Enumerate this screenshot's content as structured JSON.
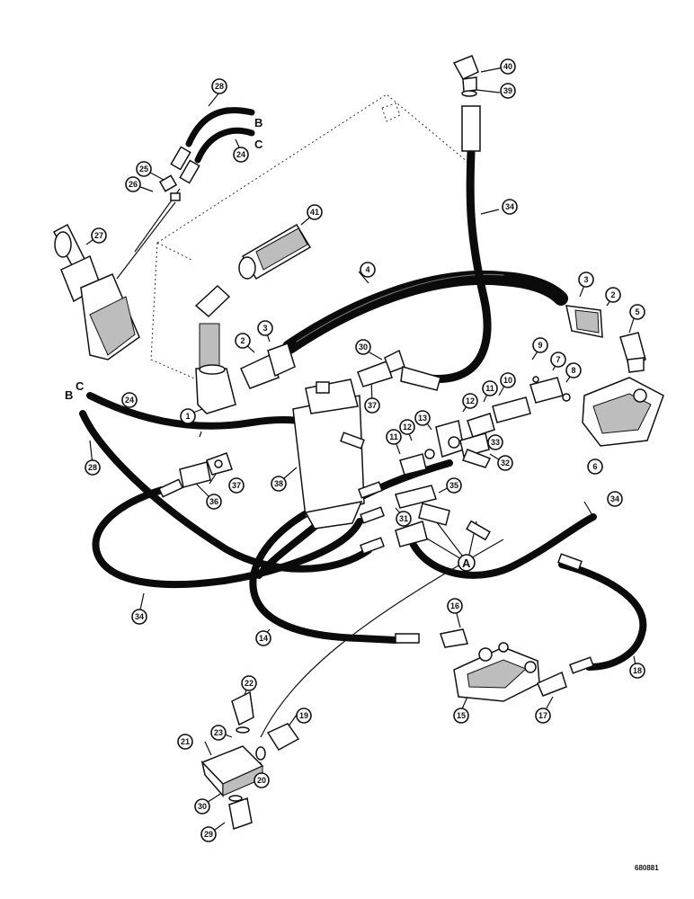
{
  "diagram": {
    "figure_code": "680881",
    "connection_letters": [
      "A",
      "B",
      "C"
    ],
    "callouts": [
      "1",
      "2",
      "3",
      "4",
      "5",
      "6",
      "7",
      "8",
      "9",
      "10",
      "11",
      "12",
      "13",
      "14",
      "15",
      "16",
      "17",
      "18",
      "19",
      "20",
      "21",
      "22",
      "23",
      "24",
      "25",
      "26",
      "27",
      "28",
      "29",
      "30",
      "31",
      "32",
      "33",
      "34",
      "35",
      "36",
      "37",
      "38",
      "39",
      "40",
      "41"
    ]
  }
}
